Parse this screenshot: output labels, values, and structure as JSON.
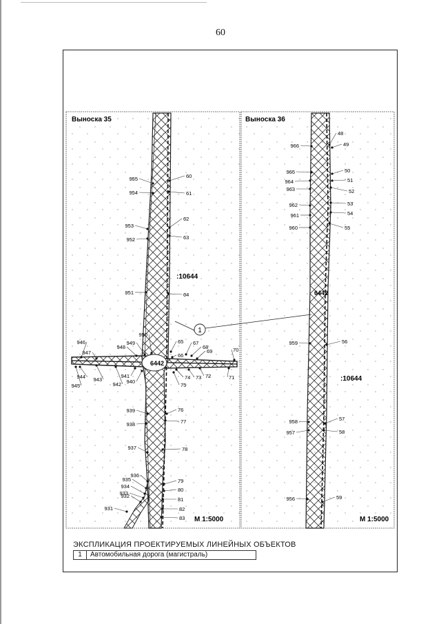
{
  "page_number": "60",
  "inset_left": {
    "title": "Выноска 35",
    "parcel": ":10644",
    "parcel_small": "6442",
    "scale": "М 1:5000",
    "right_points": [
      "60",
      "61",
      "62",
      "63",
      "64",
      "65",
      "66",
      "67",
      "68",
      "69",
      "70",
      "71",
      "72",
      "73",
      "74",
      "75",
      "76",
      "77",
      "78",
      "79",
      "80",
      "81",
      "82",
      "83"
    ],
    "left_points": [
      "955",
      "954",
      "953",
      "952",
      "951",
      "950",
      "949",
      "948",
      "947",
      "946",
      "944",
      "945",
      "943",
      "942",
      "941",
      "940",
      "939",
      "938",
      "937",
      "936",
      "935",
      "934",
      "933",
      "932",
      "931"
    ]
  },
  "inset_right": {
    "title": "Выноска 36",
    "parcel": ":10644",
    "parcel_small": "6442",
    "scale": "М 1:5000",
    "right_points": [
      "48",
      "49",
      "50",
      "51",
      "52",
      "53",
      "54",
      "55",
      "56",
      "57",
      "58",
      "59"
    ],
    "left_points": [
      "966",
      "965",
      "964",
      "963",
      "962",
      "961",
      "960",
      "959",
      "958",
      "957",
      "956"
    ]
  },
  "callout": "1",
  "explication": {
    "title": "ЭКСПЛИКАЦИЯ ПРОЕКТИРУЕМЫХ ЛИНЕЙНЫХ ОБЪЕКТОВ",
    "rows": [
      {
        "num": "1",
        "name": "Автомобильная дорога (магистраль)"
      }
    ]
  }
}
